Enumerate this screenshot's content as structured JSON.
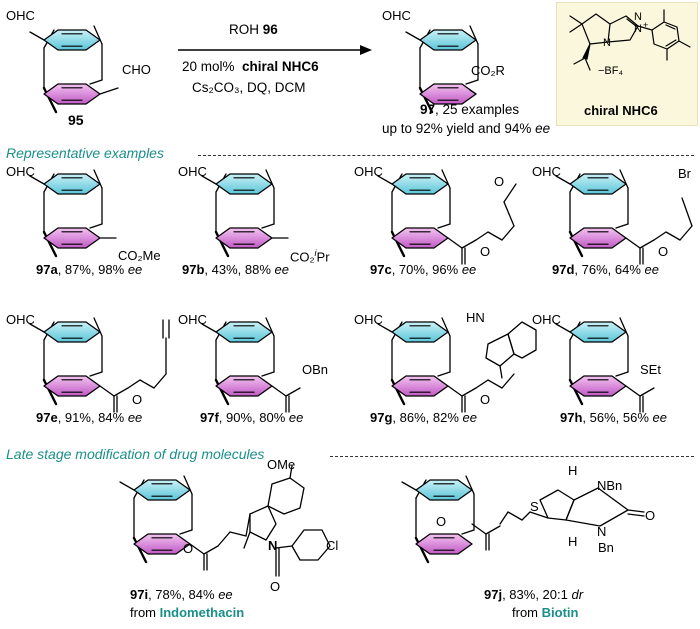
{
  "scheme": {
    "starting_material": {
      "id": "95",
      "left_group": "OHC",
      "right_group": "CHO"
    },
    "conditions": {
      "reagent_name": "ROH",
      "reagent_id": "96",
      "catalyst_loading": "20 mol%",
      "catalyst_name": "chiral NHC6",
      "additives": "Cs₂CO₃, DQ, DCM"
    },
    "product": {
      "id": "97",
      "left_group": "OHC",
      "right_group": "CO₂R",
      "examples_text": ", 25 examples",
      "yield_text_pre": "up to 92% yield and 94% ",
      "yield_ee": "ee"
    },
    "catalyst": {
      "label": "chiral NHC6",
      "n1": "N",
      "n2": "N",
      "n3": "N",
      "plus": "+",
      "counterion": "−BF₄"
    }
  },
  "sections": {
    "representative": "Representative examples",
    "late_stage": "Late stage modification of drug molecules"
  },
  "examples": [
    {
      "id": "97a",
      "text": ", 87%, 98% ",
      "ee": "ee",
      "group": "CO₂Me"
    },
    {
      "id": "97b",
      "text": ", 43%, 88% ",
      "ee": "ee",
      "group": "CO₂",
      "group_sup": "i",
      "group_tail": "Pr"
    },
    {
      "id": "97c",
      "text": ", 70%, 96% ",
      "ee": "ee",
      "ester_O": "O",
      "chain_O": "O"
    },
    {
      "id": "97d",
      "text": ", 76%, 64% ",
      "ee": "ee",
      "ester_O": "O",
      "halogen": "Br"
    },
    {
      "id": "97e",
      "text": ", 91%, 84% ",
      "ee": "ee",
      "ester_O": "O"
    },
    {
      "id": "97f",
      "text": ", 90%, 80% ",
      "ee": "ee",
      "group": "OBn"
    },
    {
      "id": "97g",
      "text": ", 86%, 82% ",
      "ee": "ee",
      "ester_O": "O",
      "hn": "HN"
    },
    {
      "id": "97h",
      "text": ", 56%, 56% ",
      "ee": "ee",
      "group": "SEt"
    }
  ],
  "late_stage": [
    {
      "id": "97i",
      "text": ", 78%, 84% ",
      "ee": "ee",
      "from": "from ",
      "drug": "Indomethacin",
      "ome": "OMe",
      "cl": "Cl",
      "n": "N",
      "ester_O": "O",
      "carbonyl_O": "O"
    },
    {
      "id": "97j",
      "text": ", 83%, 20:1 ",
      "dr": "dr",
      "from": "from ",
      "drug": "Biotin",
      "s": "S",
      "nbn1": "NBn",
      "nbn2": "Bn",
      "n2": "N",
      "h1": "H",
      "h2": "H",
      "o": "O",
      "ester_O": "O"
    }
  ],
  "colors": {
    "top_ring": "#7fd6e4",
    "bottom_ring": "#dc82dc",
    "accent_text": "#1a8f8a",
    "catalyst_box": "#fbf7dc"
  }
}
